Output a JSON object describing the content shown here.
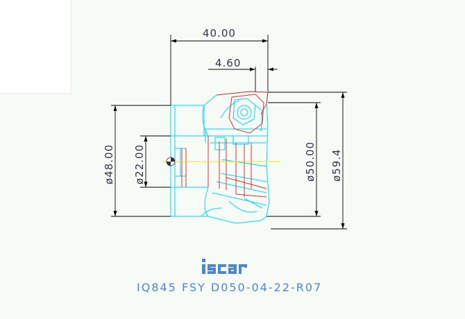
{
  "drawing": {
    "background_color": "#ffffff",
    "paper_color": "#f6fbf6",
    "line_colors": {
      "cyan": "#00d4ff",
      "red": "#e03030",
      "dimension": "#000000",
      "center": "#e8e800",
      "logo": "#4d86d0"
    },
    "dimensions": {
      "overall_length": "40.00",
      "offset": "4.60",
      "diameter_48": "ø48.00",
      "diameter_22": "ø22.00",
      "diameter_50": "ø50.00",
      "diameter_59": "ø59.4"
    },
    "logo_text": "iscar",
    "part_number": "IQ845 FSY D050-04-22-R07"
  }
}
